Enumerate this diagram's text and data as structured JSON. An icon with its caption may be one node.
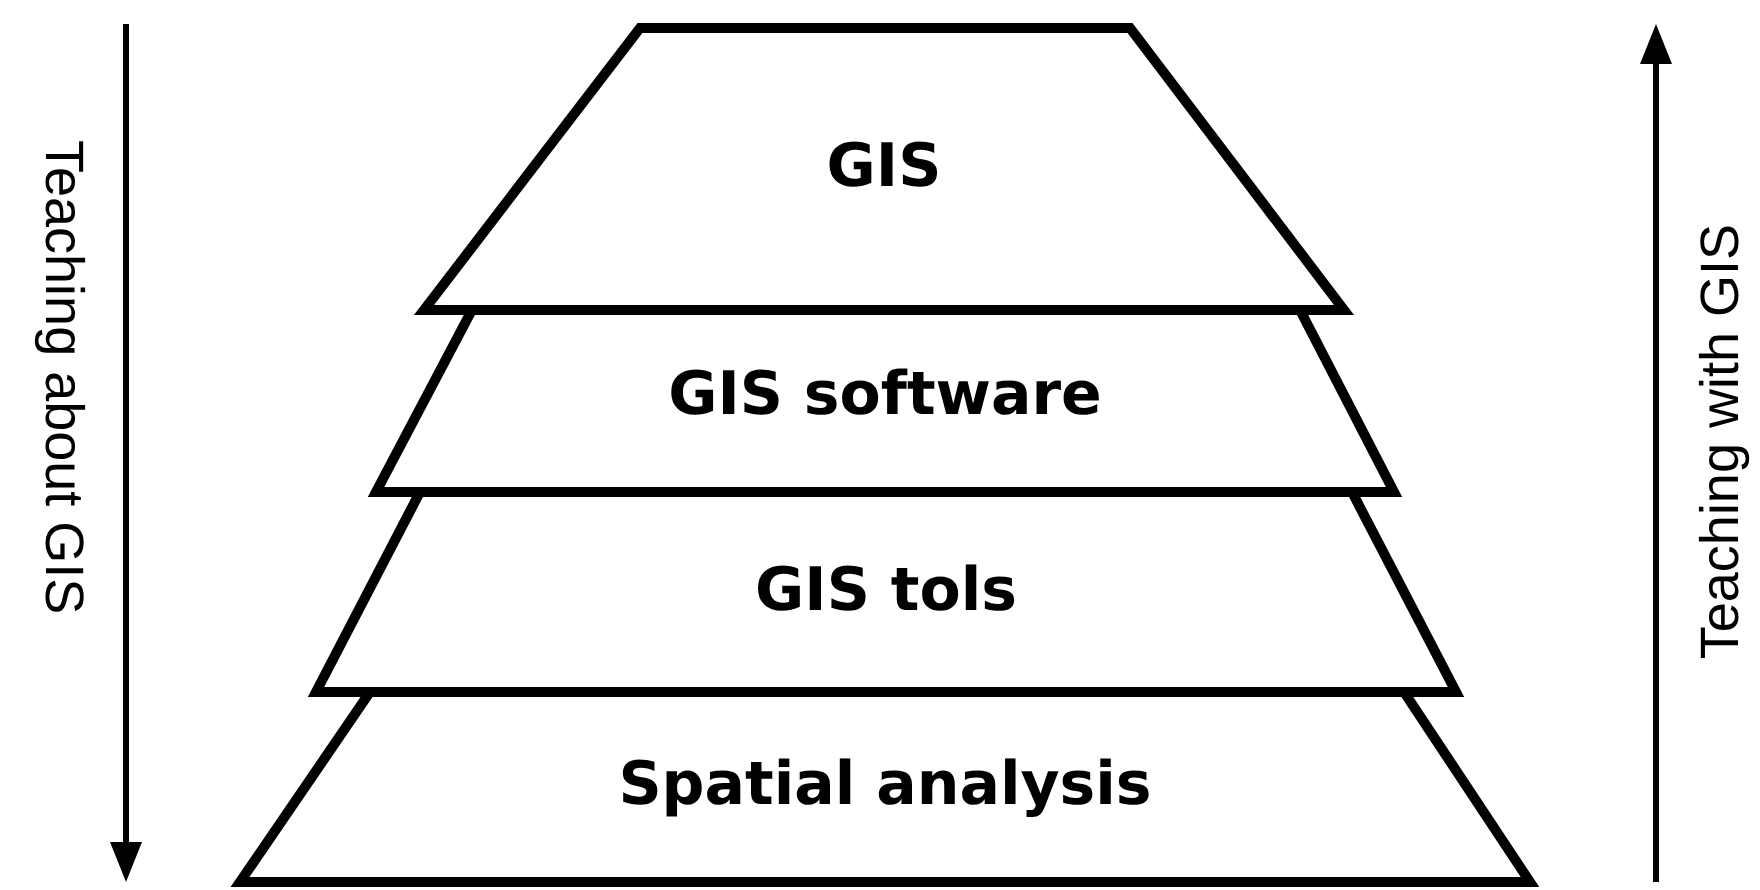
{
  "diagram": {
    "nodes": [
      {
        "text": [
          "GIS"
        ]
      },
      {
        "text": [
          "GIS software"
        ]
      },
      {
        "text": [
          "GIS tols"
        ]
      },
      {
        "text": [
          "Spatial analysis"
        ]
      }
    ],
    "labels": [
      "Teaching about GIS",
      "Teaching with GIS"
    ]
  }
}
